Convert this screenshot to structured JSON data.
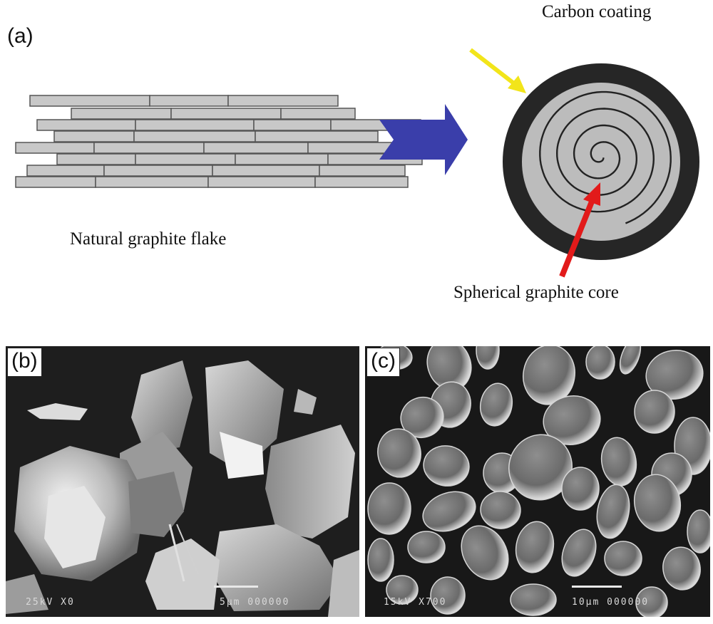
{
  "panels": {
    "a": {
      "label": "(a)",
      "flake_caption": "Natural graphite flake",
      "coating_caption": "Carbon coating",
      "core_caption": "Spherical graphite core"
    },
    "b": {
      "label": "(b)",
      "readout_left": "25kV  X0",
      "readout_right": "5μm  000000"
    },
    "c": {
      "label": "(c)",
      "readout_left": "15kV  X700",
      "readout_right": "10μm  000000"
    }
  },
  "colors": {
    "flake_fill": "#c8c8c8",
    "flake_stroke": "#555555",
    "process_arrow": "#3a3eaa",
    "coating": "#262626",
    "core": "#bcbcbc",
    "coating_pointer": "#f2e51a",
    "core_pointer": "#e21a1a"
  }
}
